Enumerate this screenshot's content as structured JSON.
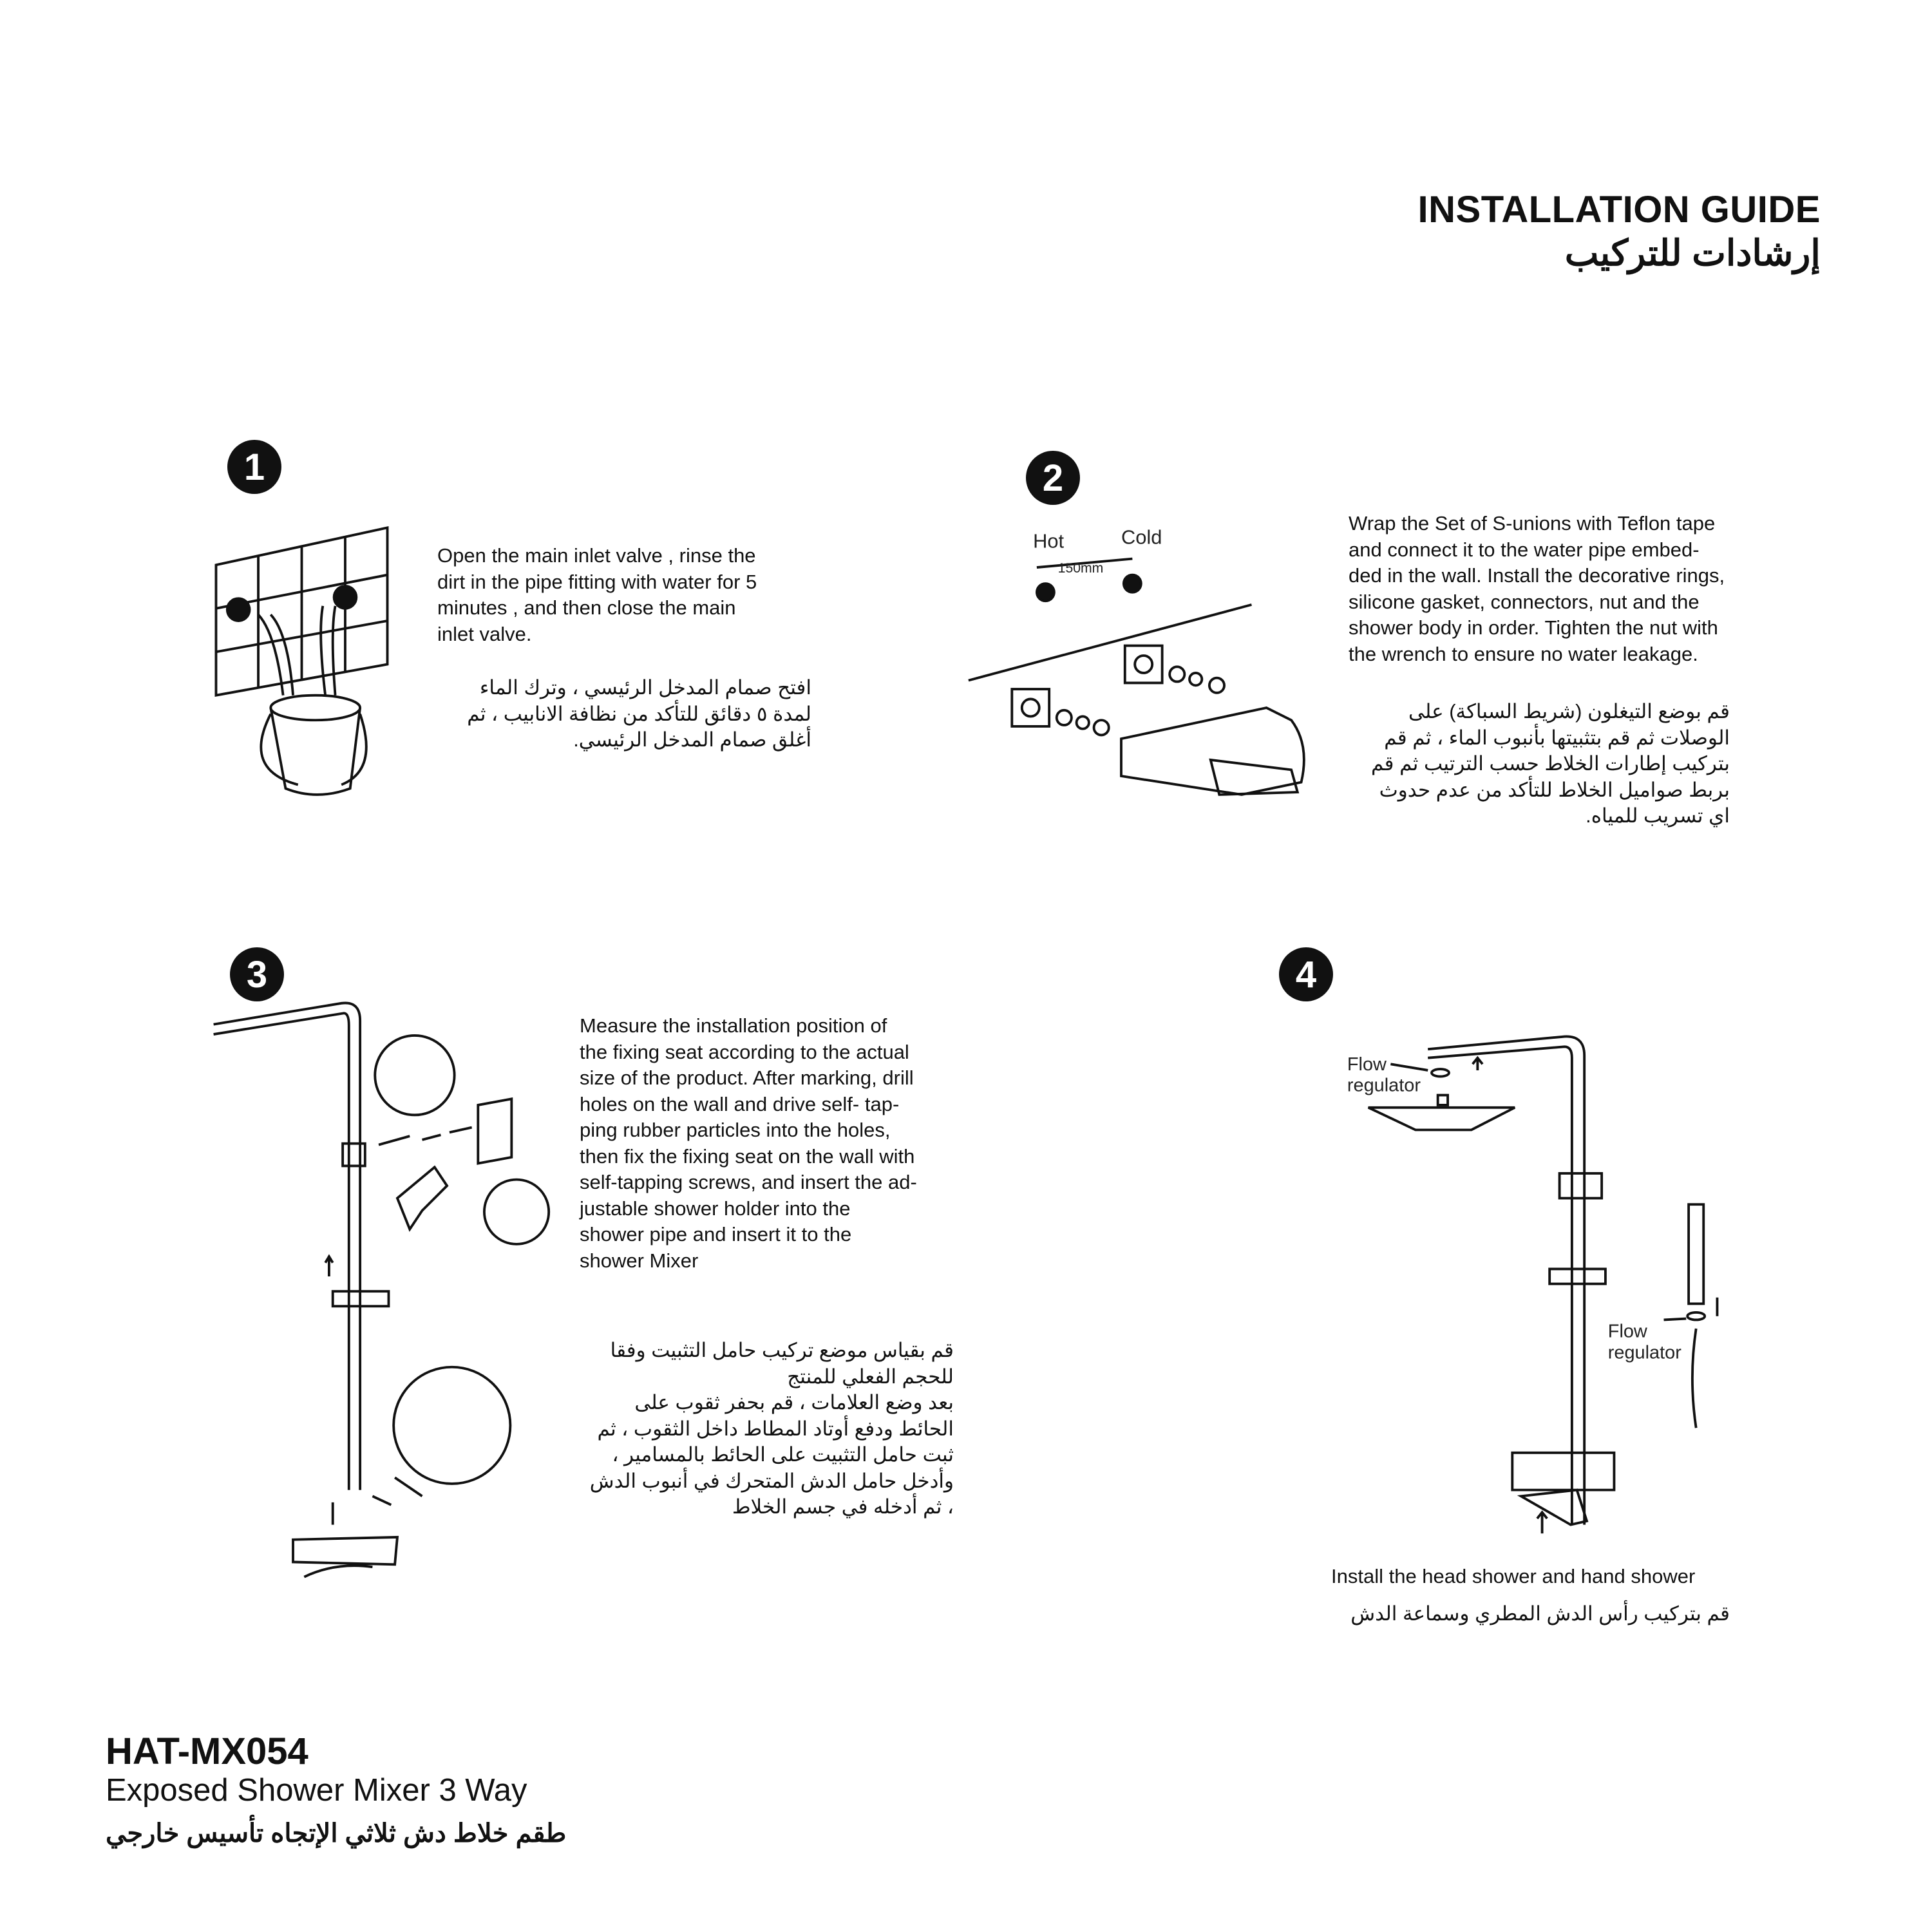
{
  "header": {
    "title": "INSTALLATION GUIDE",
    "title_ar": "إرشادات للتركيب"
  },
  "steps": [
    {
      "number": "1",
      "text_en": [
        "Open the main inlet valve , rinse the",
        "dirt in the pipe fitting with water for 5",
        "minutes , and then close the main",
        "inlet valve."
      ],
      "text_ar": [
        "افتح صمام المدخل الرئيسي ، وترك الماء",
        "لمدة ٥ دقائق للتأكد من نظافة الانابيب ، ثم",
        "أغلق صمام المدخل الرئيسي."
      ]
    },
    {
      "number": "2",
      "labels": {
        "hot": "Hot",
        "cold": "Cold",
        "distance": "150mm"
      },
      "text_en": [
        "Wrap the Set of S-unions with Teflon tape",
        "and connect it to the water pipe embed-",
        "ded in the wall. Install the decorative rings,",
        "silicone gasket, connectors, nut and the",
        "shower body in order. Tighten the nut with",
        "the wrench to ensure no water leakage."
      ],
      "text_ar": [
        "قم بوضع التيغلون (شريط السباكة) على",
        "الوصلات ثم قم بتثبيتها بأنبوب الماء ، ثم قم",
        "بتركيب إطارات الخلاط حسب الترتيب ثم قم",
        "بربط صواميل الخلاط للتأكد من عدم حدوث",
        "اي تسريب للمياه."
      ]
    },
    {
      "number": "3",
      "text_en": [
        "Measure the installation position of",
        "the fixing seat according to the actual",
        "size of the product. After marking, drill",
        "holes on the wall and drive self- tap-",
        "ping rubber particles into the holes,",
        "then fix the fixing seat on the wall with",
        "self-tapping screws, and insert the ad-",
        "justable shower holder into the",
        "shower pipe and insert it to the",
        "shower Mixer"
      ],
      "text_ar": [
        "قم بقياس موضع تركيب حامل  التثبيت وفقا",
        "للحجم الفعلي للمنتج",
        "بعد وضع العلامات ، قم بحفر ثقوب على",
        "الحائط ودفع أوتاد المطاط داخل الثقوب ، ثم",
        "ثبت حامل التثبيت على الحائط بالمسامير ،",
        "وأدخل حامل الدش المتحرك في أنبوب الدش",
        "، ثم أدخله في جسم الخلاط"
      ]
    },
    {
      "number": "4",
      "labels": {
        "flow1_a": "Flow",
        "flow1_b": "regulator",
        "flow2_a": "Flow",
        "flow2_b": "regulator"
      },
      "text_en": [
        "Install the head shower and hand shower"
      ],
      "text_ar": [
        "قم بتركيب رأس الدش المطري وسماعة الدش"
      ]
    }
  ],
  "product": {
    "model": "HAT-MX054",
    "name": "Exposed Shower Mixer 3 Way",
    "name_ar": "طقم خلاط دش ثلاثي الإتجاه تأسيس خارجي"
  }
}
